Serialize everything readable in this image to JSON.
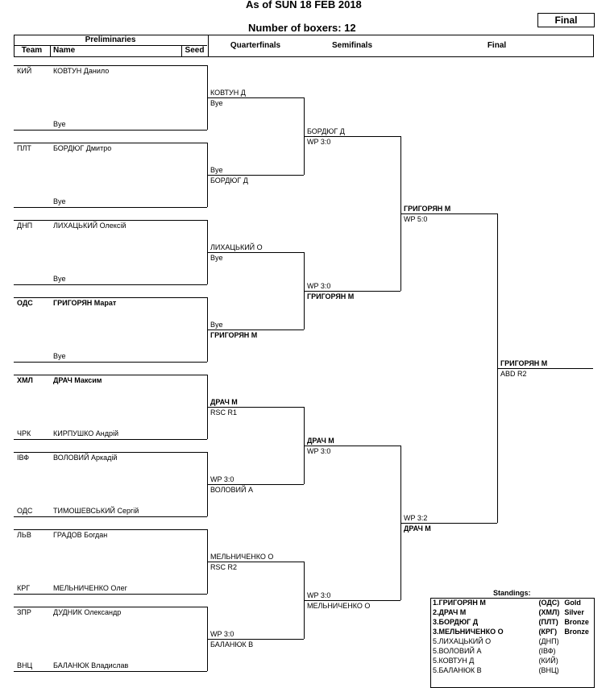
{
  "header": {
    "as_of": "As of SUN 18 FEB 2018",
    "boxers": "Number of boxers: 12",
    "badge": "Final"
  },
  "columns": {
    "preliminaries": "Preliminaries",
    "team": "Team",
    "name": "Name",
    "seed": "Seed",
    "quarterfinals": "Quarterfinals",
    "semifinals": "Semifinals",
    "final": "Final"
  },
  "prelims": [
    {
      "team": "КИЙ",
      "name": "КОВТУН Данило",
      "bold": false
    },
    {
      "team": "",
      "name": "Bye",
      "bold": false
    },
    {
      "team": "ПЛТ",
      "name": "БОРДЮГ Дмитро",
      "bold": false
    },
    {
      "team": "",
      "name": "Bye",
      "bold": false
    },
    {
      "team": "ДНП",
      "name": "ЛИХАЦЬКИЙ Олексій",
      "bold": false
    },
    {
      "team": "",
      "name": "Bye",
      "bold": false
    },
    {
      "team": "ОДС",
      "name": "ГРИГОРЯН Марат",
      "bold": true
    },
    {
      "team": "",
      "name": "Bye",
      "bold": false
    },
    {
      "team": "ХМЛ",
      "name": "ДРАЧ Максим",
      "bold": true
    },
    {
      "team": "ЧРК",
      "name": "КИРПУШКО Андрій",
      "bold": false
    },
    {
      "team": "ІВФ",
      "name": "ВОЛОВИЙ Аркадій",
      "bold": false
    },
    {
      "team": "ОДС",
      "name": "ТИМОШЕВСЬКИЙ Сергій",
      "bold": false
    },
    {
      "team": "ЛЬВ",
      "name": "ГРАДОВ Богдан",
      "bold": false
    },
    {
      "team": "КРГ",
      "name": "МЕЛЬНИЧЕНКО Олег",
      "bold": false
    },
    {
      "team": "ЗПР",
      "name": "ДУДНИК Олександр",
      "bold": false
    },
    {
      "team": "ВНЦ",
      "name": "БАЛАНЮК Владислав",
      "bold": false
    }
  ],
  "quarterfinals": [
    {
      "name": "КОВТУН Д",
      "result": "Bye",
      "bold": false
    },
    {
      "name": "БОРДЮГ Д",
      "result": "Bye",
      "bold": false
    },
    {
      "name": "ЛИХАЦЬКИЙ О",
      "result": "Bye",
      "bold": false
    },
    {
      "name": "ГРИГОРЯН М",
      "result": "Bye",
      "bold": true
    },
    {
      "name": "ДРАЧ М",
      "result": "RSC R1",
      "bold": true
    },
    {
      "name": "ВОЛОВИЙ А",
      "result": "WP 3:0",
      "bold": false
    },
    {
      "name": "МЕЛЬНИЧЕНКО О",
      "result": "RSC R2",
      "bold": false
    },
    {
      "name": "БАЛАНЮК В",
      "result": "WP 3:0",
      "bold": false
    }
  ],
  "semifinals": [
    {
      "name": "БОРДЮГ Д",
      "result": "WP 3:0",
      "bold": false
    },
    {
      "name": "ГРИГОРЯН М",
      "result": "WP 3:0",
      "bold": true
    },
    {
      "name": "ДРАЧ М",
      "result": "WP 3:0",
      "bold": true
    },
    {
      "name": "МЕЛЬНИЧЕНКО О",
      "result": "WP 3:0",
      "bold": false
    }
  ],
  "finals": [
    {
      "name": "ГРИГОРЯН М",
      "result": "WP 5:0",
      "bold": true
    },
    {
      "name": "ДРАЧ М",
      "result": "WP 3:2",
      "bold": true
    }
  ],
  "champion": {
    "name": "ГРИГОРЯН М",
    "result": "ABD R2"
  },
  "standings": {
    "title": "Standings:",
    "rows": [
      {
        "place": "1.",
        "name": "ГРИГОРЯН М",
        "team": "(ОДС)",
        "medal": "Gold",
        "bold": true
      },
      {
        "place": "2.",
        "name": "ДРАЧ М",
        "team": "(ХМЛ)",
        "medal": "Silver",
        "bold": true
      },
      {
        "place": "3.",
        "name": "БОРДЮГ Д",
        "team": "(ПЛТ)",
        "medal": "Bronze",
        "bold": true
      },
      {
        "place": "3.",
        "name": "МЕЛЬНИЧЕНКО О",
        "team": "(КРГ)",
        "medal": "Bronze",
        "bold": true
      },
      {
        "place": "5.",
        "name": "ЛИХАЦЬКИЙ О",
        "team": "(ДНП)",
        "medal": "",
        "bold": false
      },
      {
        "place": "5.",
        "name": "ВОЛОВИЙ А",
        "team": "(ІВФ)",
        "medal": "",
        "bold": false
      },
      {
        "place": "5.",
        "name": "КОВТУН Д",
        "team": "(КИЙ)",
        "medal": "",
        "bold": false
      },
      {
        "place": "5.",
        "name": "БАЛАНЮК В",
        "team": "(ВНЦ)",
        "medal": "",
        "bold": false
      }
    ]
  }
}
